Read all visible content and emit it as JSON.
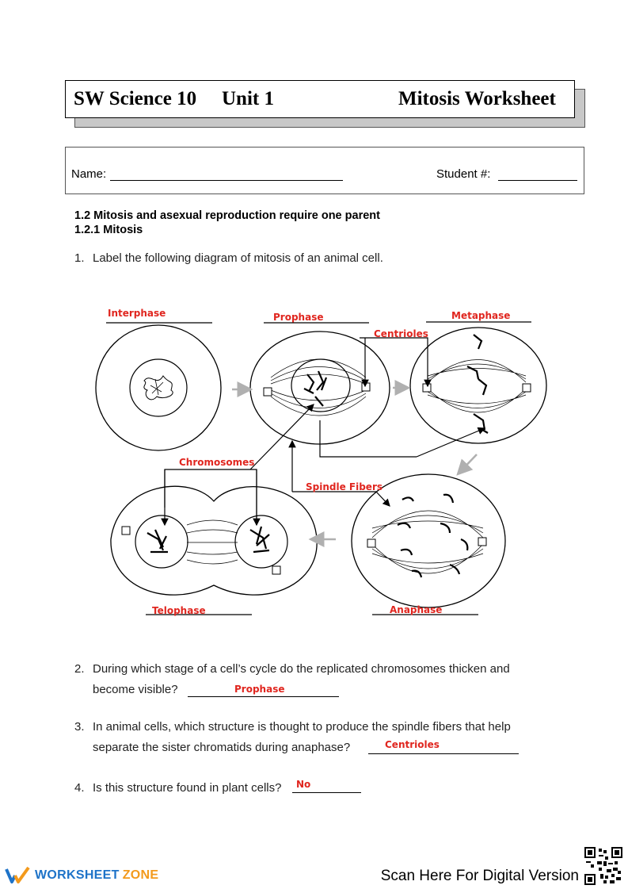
{
  "header": {
    "course": "SW Science 10",
    "unit": "Unit 1",
    "title": "Mitosis Worksheet"
  },
  "student": {
    "name_label": "Name:",
    "number_label": "Student #:"
  },
  "section": {
    "heading1": "1.2  Mitosis and asexual reproduction require one parent",
    "heading2": "1.2.1 Mitosis"
  },
  "q1": {
    "number": "1.",
    "text": "Label the following diagram of mitosis of an animal cell."
  },
  "diagram_labels": {
    "interphase": "Interphase",
    "prophase": "Prophase",
    "centrioles": "Centrioles",
    "metaphase": "Metaphase",
    "chromosomes": "Chromosomes",
    "spindle_fibers": "Spindle Fibers",
    "telophase": "Telophase",
    "anaphase": "Anaphase"
  },
  "q2": {
    "number": "2.",
    "line1": "During which stage of a cell’s cycle do the replicated chromosomes thicken and",
    "line2": "become visible?",
    "answer": "Prophase"
  },
  "q3": {
    "number": "3.",
    "line1": "In animal cells, which structure is thought to produce the spindle fibers that help",
    "line2": "separate the sister chromatids during anaphase?",
    "answer": "Centrioles"
  },
  "q4": {
    "number": "4.",
    "text": "Is this structure found in plant cells?",
    "answer": "No"
  },
  "footer": {
    "brand_part1": "WORKSHEET",
    "brand_part2": "ZONE",
    "scan_text": "Scan Here For Digital Version"
  },
  "colors": {
    "answer_red": "#e0261f",
    "brand_blue": "#1e73c8",
    "brand_orange": "#f39a1c",
    "arrow_gray": "#b0b0b0"
  }
}
